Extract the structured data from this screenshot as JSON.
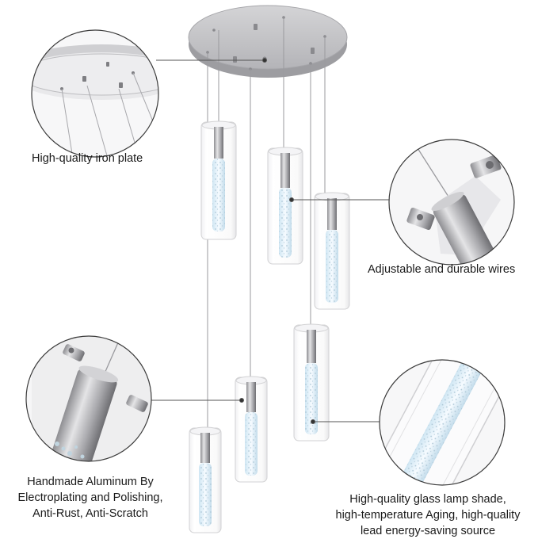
{
  "captions": {
    "iron_plate": "High-quality iron plate",
    "wires": "Adjustable and durable wires",
    "aluminum": {
      "line1": "Handmade Aluminum By",
      "line2": "Electroplating and Polishing,",
      "line3": "Anti-Rust, Anti-Scratch"
    },
    "glass": {
      "line1": "High-quality glass lamp shade,",
      "line2": "high-temperature Aging, high-quality",
      "line3": "lead energy-saving source"
    }
  },
  "colors": {
    "background": "#ffffff",
    "metal": "#c2c2c4",
    "glass_edge": "#d6d6d8",
    "crystal": "#e6f3fb",
    "text": "#1a1a1a"
  }
}
